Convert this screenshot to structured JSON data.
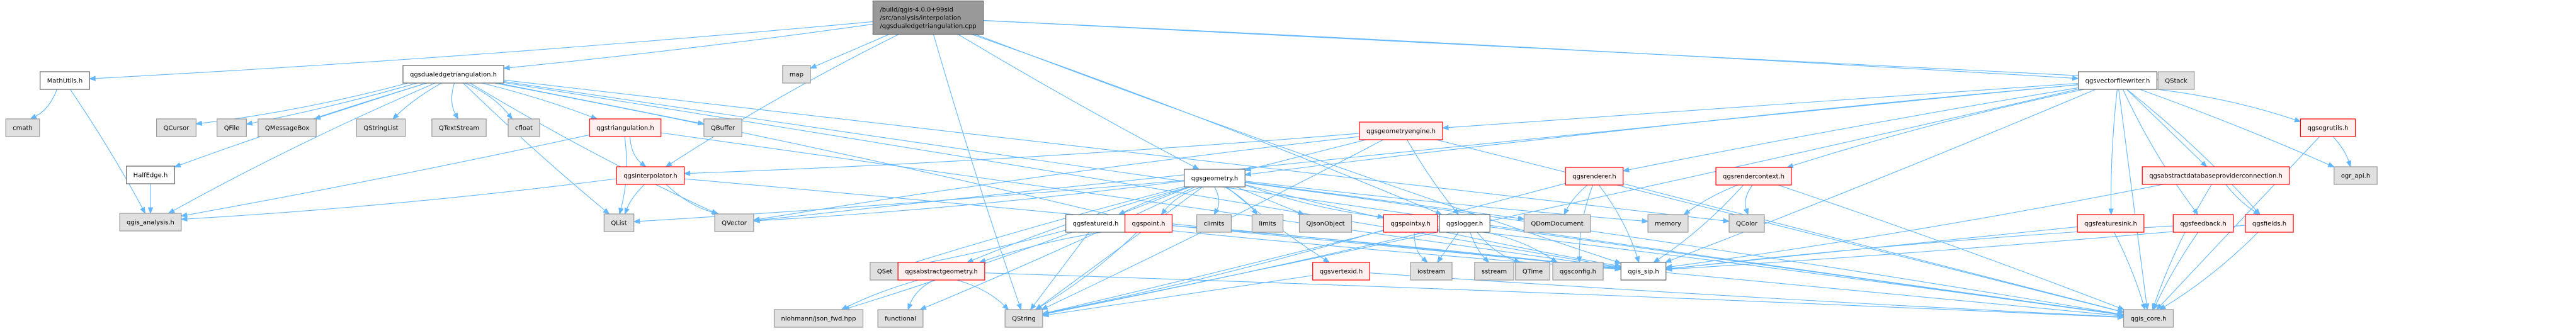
{
  "diagram": {
    "title": "Include dependency graph for qgsdualedgetriangulation.cpp",
    "colors": {
      "edge": "#63b8ff",
      "root_fill": "#999999",
      "documented_fill": "#ffffff",
      "external_fill": "#e0e0e0",
      "truncated_fill": "#fff0f0",
      "truncated_border": "#ff0000"
    },
    "nodes": [
      {
        "id": "root",
        "kind": "root",
        "lines": [
          "/build/qgis-4.0.0+99sid",
          "/src/analysis/interpolation",
          "/qgsdualedgetriangulation.cpp"
        ]
      },
      {
        "id": "mathutils",
        "kind": "doc",
        "lines": [
          "MathUtils.h"
        ]
      },
      {
        "id": "cmath",
        "kind": "ext",
        "lines": [
          "cmath"
        ]
      },
      {
        "id": "qgis_analysis",
        "kind": "ext",
        "lines": [
          "qgis_analysis.h"
        ]
      },
      {
        "id": "halfedge",
        "kind": "doc",
        "lines": [
          "HalfEdge.h"
        ]
      },
      {
        "id": "dualedge_h",
        "kind": "doc",
        "lines": [
          "qgsdualedgetriangulation.h"
        ]
      },
      {
        "id": "qcursor",
        "kind": "ext",
        "lines": [
          "QCursor"
        ]
      },
      {
        "id": "qfile",
        "kind": "ext",
        "lines": [
          "QFile"
        ]
      },
      {
        "id": "qmessagebox",
        "kind": "ext",
        "lines": [
          "QMessageBox"
        ]
      },
      {
        "id": "qstringlist",
        "kind": "ext",
        "lines": [
          "QStringList"
        ]
      },
      {
        "id": "qtextstream",
        "kind": "ext",
        "lines": [
          "QTextStream"
        ]
      },
      {
        "id": "cfloat",
        "kind": "ext",
        "lines": [
          "cfloat"
        ]
      },
      {
        "id": "qgstriangulation",
        "kind": "trunc",
        "lines": [
          "qgstriangulation.h"
        ]
      },
      {
        "id": "qbuffer",
        "kind": "ext",
        "lines": [
          "QBuffer"
        ]
      },
      {
        "id": "qgsinterpolator",
        "kind": "trunc",
        "lines": [
          "qgsinterpolator.h"
        ]
      },
      {
        "id": "qlist",
        "kind": "ext",
        "lines": [
          "QList"
        ]
      },
      {
        "id": "qvector",
        "kind": "ext",
        "lines": [
          "QVector"
        ]
      },
      {
        "id": "map",
        "kind": "ext",
        "lines": [
          "map"
        ]
      },
      {
        "id": "qgsgeometryengine",
        "kind": "trunc",
        "lines": [
          "qgsgeometryengine.h"
        ]
      },
      {
        "id": "qgsgeometry",
        "kind": "doc",
        "lines": [
          "qgsgeometry.h"
        ]
      },
      {
        "id": "qgsfeatureid",
        "kind": "doc",
        "lines": [
          "qgsfeatureid.h"
        ]
      },
      {
        "id": "qgspoint",
        "kind": "trunc",
        "lines": [
          "qgspoint.h"
        ]
      },
      {
        "id": "climits",
        "kind": "ext",
        "lines": [
          "climits"
        ]
      },
      {
        "id": "limits",
        "kind": "ext",
        "lines": [
          "limits"
        ]
      },
      {
        "id": "qjsonobject",
        "kind": "ext",
        "lines": [
          "QJsonObject"
        ]
      },
      {
        "id": "qset",
        "kind": "ext",
        "lines": [
          "QSet"
        ]
      },
      {
        "id": "qgsabstractgeometry",
        "kind": "trunc",
        "lines": [
          "qgsabstractgeometry.h"
        ]
      },
      {
        "id": "nlohmann",
        "kind": "ext",
        "lines": [
          "nlohmann/json_fwd.hpp"
        ]
      },
      {
        "id": "functional",
        "kind": "ext",
        "lines": [
          "functional"
        ]
      },
      {
        "id": "qstring",
        "kind": "ext",
        "lines": [
          "QString"
        ]
      },
      {
        "id": "qgsvertexid",
        "kind": "trunc",
        "lines": [
          "qgsvertexid.h"
        ]
      },
      {
        "id": "qgspointxy",
        "kind": "trunc",
        "lines": [
          "qgspointxy.h"
        ]
      },
      {
        "id": "qgslogger",
        "kind": "doc",
        "lines": [
          "qgslogger.h"
        ]
      },
      {
        "id": "iostream",
        "kind": "ext",
        "lines": [
          "iostream"
        ]
      },
      {
        "id": "sstream",
        "kind": "ext",
        "lines": [
          "sstream"
        ]
      },
      {
        "id": "qtime",
        "kind": "ext",
        "lines": [
          "QTime"
        ]
      },
      {
        "id": "qgsconfig",
        "kind": "ext",
        "lines": [
          "qgsconfig.h"
        ]
      },
      {
        "id": "qgis_sip",
        "kind": "doc",
        "lines": [
          "qgis_sip.h"
        ]
      },
      {
        "id": "qgsrenderer",
        "kind": "trunc",
        "lines": [
          "qgsrenderer.h"
        ]
      },
      {
        "id": "qdomdocument",
        "kind": "ext",
        "lines": [
          "QDomDocument"
        ]
      },
      {
        "id": "memory",
        "kind": "ext",
        "lines": [
          "memory"
        ]
      },
      {
        "id": "qgsrendercontext",
        "kind": "trunc",
        "lines": [
          "qgsrendercontext.h"
        ]
      },
      {
        "id": "qcolor",
        "kind": "ext",
        "lines": [
          "QColor"
        ]
      },
      {
        "id": "qgsvectorfilewriter",
        "kind": "doc",
        "lines": [
          "qgsvectorfilewriter.h"
        ]
      },
      {
        "id": "qstack",
        "kind": "ext",
        "lines": [
          "QStack"
        ]
      },
      {
        "id": "qgsogrutils",
        "kind": "trunc",
        "lines": [
          "qgsogrutils.h"
        ]
      },
      {
        "id": "ogr_api",
        "kind": "ext",
        "lines": [
          "ogr_api.h"
        ]
      },
      {
        "id": "qgsabstractdbconn",
        "kind": "trunc",
        "lines": [
          "qgsabstractdatabaseproviderconnection.h"
        ]
      },
      {
        "id": "qgsfeaturesink",
        "kind": "trunc",
        "lines": [
          "qgsfeaturesink.h"
        ]
      },
      {
        "id": "qgsfeedback",
        "kind": "trunc",
        "lines": [
          "qgsfeedback.h"
        ]
      },
      {
        "id": "qgsfields",
        "kind": "trunc",
        "lines": [
          "qgsfields.h"
        ]
      },
      {
        "id": "qgis_core",
        "kind": "ext",
        "lines": [
          "qgis_core.h"
        ]
      }
    ],
    "edges": [
      [
        "root",
        "mathutils"
      ],
      [
        "root",
        "dualedge_h"
      ],
      [
        "root",
        "map"
      ],
      [
        "root",
        "qgsgeometry"
      ],
      [
        "root",
        "qgsinterpolator"
      ],
      [
        "root",
        "qgslogger"
      ],
      [
        "root",
        "qgsvectorfilewriter"
      ],
      [
        "root",
        "qstack"
      ],
      [
        "root",
        "qstring"
      ],
      [
        "root",
        "qgis_sip"
      ],
      [
        "mathutils",
        "cmath"
      ],
      [
        "mathutils",
        "qgis_analysis"
      ],
      [
        "halfedge",
        "qgis_analysis"
      ],
      [
        "dualedge_h",
        "halfedge"
      ],
      [
        "dualedge_h",
        "qgis_analysis"
      ],
      [
        "dualedge_h",
        "qcursor"
      ],
      [
        "dualedge_h",
        "qfile"
      ],
      [
        "dualedge_h",
        "qmessagebox"
      ],
      [
        "dualedge_h",
        "qstringlist"
      ],
      [
        "dualedge_h",
        "qtextstream"
      ],
      [
        "dualedge_h",
        "cfloat"
      ],
      [
        "dualedge_h",
        "qgstriangulation"
      ],
      [
        "dualedge_h",
        "qbuffer"
      ],
      [
        "dualedge_h",
        "qlist"
      ],
      [
        "dualedge_h",
        "qvector"
      ],
      [
        "dualedge_h",
        "qgspoint"
      ],
      [
        "dualedge_h",
        "qgis_sip"
      ],
      [
        "dualedge_h",
        "qcolor"
      ],
      [
        "dualedge_h",
        "qgis_core"
      ],
      [
        "qgstriangulation",
        "qgsinterpolator"
      ],
      [
        "qgstriangulation",
        "qlist"
      ],
      [
        "qgstriangulation",
        "qgis_analysis"
      ],
      [
        "qgstriangulation",
        "qgis_sip"
      ],
      [
        "qgsinterpolator",
        "qlist"
      ],
      [
        "qgsinterpolator",
        "qvector"
      ],
      [
        "qgsinterpolator",
        "qgis_analysis"
      ],
      [
        "qgsinterpolator",
        "qgis_sip"
      ],
      [
        "qgsgeometryengine",
        "qgsgeometry"
      ],
      [
        "qgsgeometryengine",
        "qgslogger"
      ],
      [
        "qgsgeometryengine",
        "qvector"
      ],
      [
        "qgsgeometryengine",
        "qgsinterpolator"
      ],
      [
        "qgsgeometryengine",
        "qstring"
      ],
      [
        "qgsgeometryengine",
        "qgis_core"
      ],
      [
        "qgsgeometry",
        "qgsfeatureid"
      ],
      [
        "qgsgeometry",
        "qgspoint"
      ],
      [
        "qgsgeometry",
        "climits"
      ],
      [
        "qgsgeometry",
        "limits"
      ],
      [
        "qgsgeometry",
        "qjsonobject"
      ],
      [
        "qgsgeometry",
        "qset"
      ],
      [
        "qgsgeometry",
        "qgsabstractgeometry"
      ],
      [
        "qgsgeometry",
        "nlohmann"
      ],
      [
        "qgsgeometry",
        "functional"
      ],
      [
        "qgsgeometry",
        "qstring"
      ],
      [
        "qgsgeometry",
        "qgsvertexid"
      ],
      [
        "qgsgeometry",
        "qgspointxy"
      ],
      [
        "qgsgeometry",
        "qvector"
      ],
      [
        "qgsgeometry",
        "qlist"
      ],
      [
        "qgsgeometry",
        "qdomdocument"
      ],
      [
        "qgsgeometry",
        "memory"
      ],
      [
        "qgsgeometry",
        "qgis_sip"
      ],
      [
        "qgsgeometry",
        "qgis_core"
      ],
      [
        "qgsfeatureid",
        "qset"
      ],
      [
        "qgsfeatureid",
        "qstring"
      ],
      [
        "qgsfeatureid",
        "qgis_sip"
      ],
      [
        "qgspoint",
        "qgsabstractgeometry"
      ],
      [
        "qgspoint",
        "qstring"
      ],
      [
        "qgspoint",
        "qgis_sip"
      ],
      [
        "qgspoint",
        "qgis_core"
      ],
      [
        "qgsabstractgeometry",
        "nlohmann"
      ],
      [
        "qgsabstractgeometry",
        "functional"
      ],
      [
        "qgsabstractgeometry",
        "qstring"
      ],
      [
        "qgsabstractgeometry",
        "qgis_core"
      ],
      [
        "qgsvertexid",
        "qstring"
      ],
      [
        "qgsvertexid",
        "qgis_core"
      ],
      [
        "qgspointxy",
        "iostream"
      ],
      [
        "qgspointxy",
        "qstring"
      ],
      [
        "qgspointxy",
        "qgis_core"
      ],
      [
        "qgslogger",
        "iostream"
      ],
      [
        "qgslogger",
        "sstream"
      ],
      [
        "qgslogger",
        "qtime"
      ],
      [
        "qgslogger",
        "qgsconfig"
      ],
      [
        "qgslogger",
        "qstring"
      ],
      [
        "qgslogger",
        "qgis_core"
      ],
      [
        "qgsrenderer",
        "qdomdocument"
      ],
      [
        "qgsrenderer",
        "qgsconfig"
      ],
      [
        "qgsrenderer",
        "qgis_sip"
      ],
      [
        "qgsrenderer",
        "qstring"
      ],
      [
        "qgsrenderer",
        "qgis_core"
      ],
      [
        "qgsrendercontext",
        "memory"
      ],
      [
        "qgsrendercontext",
        "qcolor"
      ],
      [
        "qgsrendercontext",
        "qgis_sip"
      ],
      [
        "qgsrendercontext",
        "qgis_core"
      ],
      [
        "qgsvectorfilewriter",
        "qgsgeometryengine"
      ],
      [
        "qgsvectorfilewriter",
        "qgsrenderer"
      ],
      [
        "qgsvectorfilewriter",
        "qgsrendercontext"
      ],
      [
        "qgsvectorfilewriter",
        "qgsogrutils"
      ],
      [
        "qgsvectorfilewriter",
        "ogr_api"
      ],
      [
        "qgsvectorfilewriter",
        "qgsabstractdbconn"
      ],
      [
        "qgsvectorfilewriter",
        "qgsfeaturesink"
      ],
      [
        "qgsvectorfilewriter",
        "qgsfeedback"
      ],
      [
        "qgsvectorfilewriter",
        "qgsfields"
      ],
      [
        "qgsvectorfilewriter",
        "qgis_sip"
      ],
      [
        "qgsvectorfilewriter",
        "qgis_core"
      ],
      [
        "qgsvectorfilewriter",
        "qvector"
      ],
      [
        "qgsvectorfilewriter",
        "qgsgeometry"
      ],
      [
        "qgsvectorfilewriter",
        "qstring"
      ],
      [
        "qgsogrutils",
        "ogr_api"
      ],
      [
        "qgsogrutils",
        "qgis_core"
      ],
      [
        "qgsabstractdbconn",
        "qgsfields"
      ],
      [
        "qgsabstractdbconn",
        "qgis_core"
      ],
      [
        "qgsabstractdbconn",
        "qgis_sip"
      ],
      [
        "qgsfeaturesink",
        "qgis_core"
      ],
      [
        "qgsfeaturesink",
        "qgis_sip"
      ],
      [
        "qgsfeedback",
        "qgis_core"
      ],
      [
        "qgsfeedback",
        "qgis_sip"
      ],
      [
        "qgsfields",
        "qgis_core"
      ],
      [
        "qgsfields",
        "qgis_sip"
      ]
    ]
  }
}
